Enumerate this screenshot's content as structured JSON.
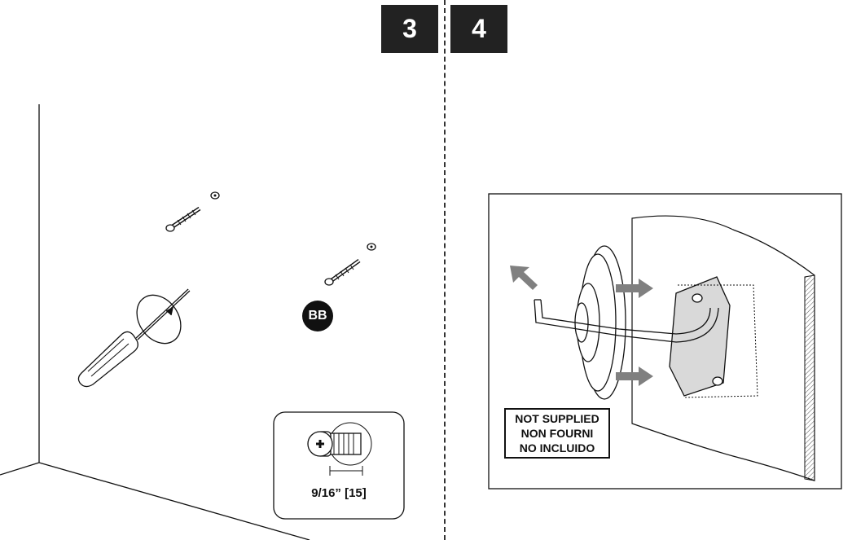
{
  "steps": {
    "step_a": "3",
    "step_b": "4"
  },
  "part_label": "BB",
  "screw_size": "9/16” [15]",
  "note_lines": [
    "NOT SUPPLIED",
    "NON FOURNI",
    "NO INCLUIDO"
  ],
  "colors": {
    "badge_bg": "#222222",
    "arrow": "#808080",
    "line": "#111111"
  },
  "icons": [
    "screwdriver-icon",
    "screw-icon",
    "washer-icon",
    "rotation-arrow-icon",
    "hex-key-icon"
  ]
}
